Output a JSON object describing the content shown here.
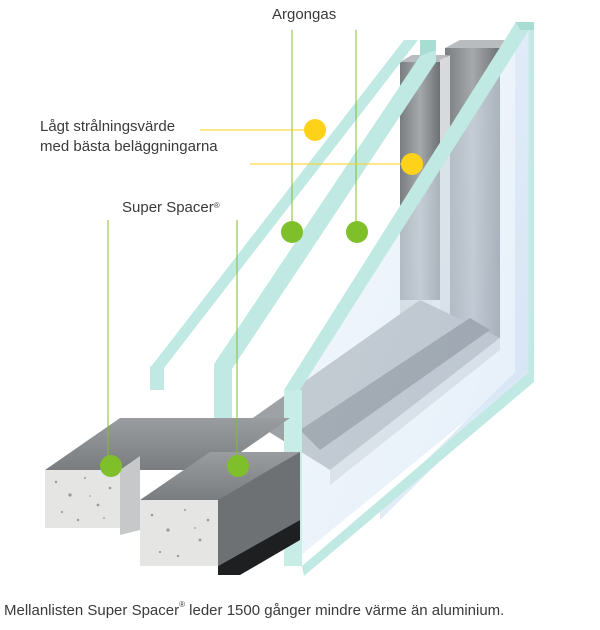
{
  "labels": {
    "argon": "Argongas",
    "low_emissivity_line1": "Lågt strålningsvärde",
    "low_emissivity_line2": "med bästa beläggningarna",
    "spacer": "Super Spacer",
    "spacer_mark": "®"
  },
  "caption": {
    "before": "Mellanlisten Super Spacer",
    "mark": "®",
    "after": " leder 1500 gånger mindre värme än aluminium."
  },
  "colors": {
    "glass_edge": "#bfe9e2",
    "glass_face": "#dbe9f7",
    "spacer_gray": "#8c8f92",
    "coating_dot": "#ffd21a",
    "gas_dot": "#7fbf2a",
    "text": "#3a3a3a"
  }
}
